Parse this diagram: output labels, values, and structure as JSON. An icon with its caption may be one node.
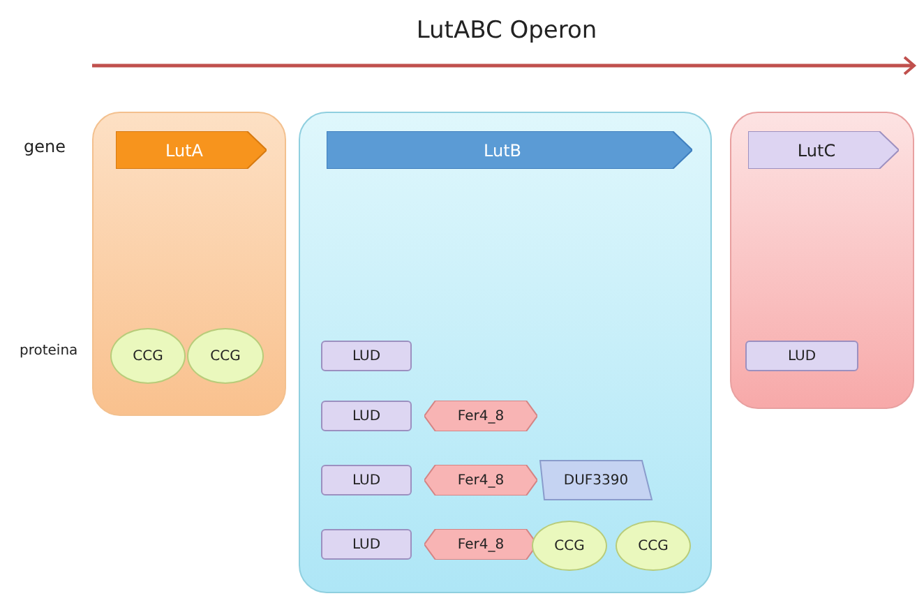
{
  "diagram": {
    "title": "LutABC Operon",
    "nodes": [
      {
        "text": [],
        "shape": "box"
      },
      {
        "text": [
          "LutA"
        ],
        "in": 0
      },
      {
        "text": [
          "CCG"
        ],
        "in": 0
      },
      {
        "text": [
          "CCG"
        ],
        "in": 0
      },
      {
        "text": [],
        "shape": "box"
      },
      {
        "text": [
          "LutB"
        ],
        "in": 4
      },
      {
        "text": [
          "LUD"
        ],
        "in": 4
      },
      {
        "text": [
          "LUD"
        ],
        "in": 4
      },
      {
        "text": [
          "Fer4_8"
        ],
        "in": 4
      },
      {
        "text": [
          "LUD"
        ],
        "in": 4
      },
      {
        "text": [
          "Fer4_8"
        ],
        "in": 4
      },
      {
        "text": [
          "DUF3390"
        ],
        "in": 4
      },
      {
        "text": [
          "LUD"
        ],
        "in": 4
      },
      {
        "text": [
          "Fer4_8"
        ],
        "in": 4
      },
      {
        "text": [
          "CCG"
        ],
        "in": 4
      },
      {
        "text": [
          "CCG"
        ],
        "in": 4
      },
      {
        "text": [],
        "shape": "box"
      },
      {
        "text": [
          "LutC"
        ],
        "in": 16
      },
      {
        "text": [
          "LUD"
        ],
        "in": 16
      }
    ],
    "labels": [
      "gene",
      "proteina"
    ]
  }
}
